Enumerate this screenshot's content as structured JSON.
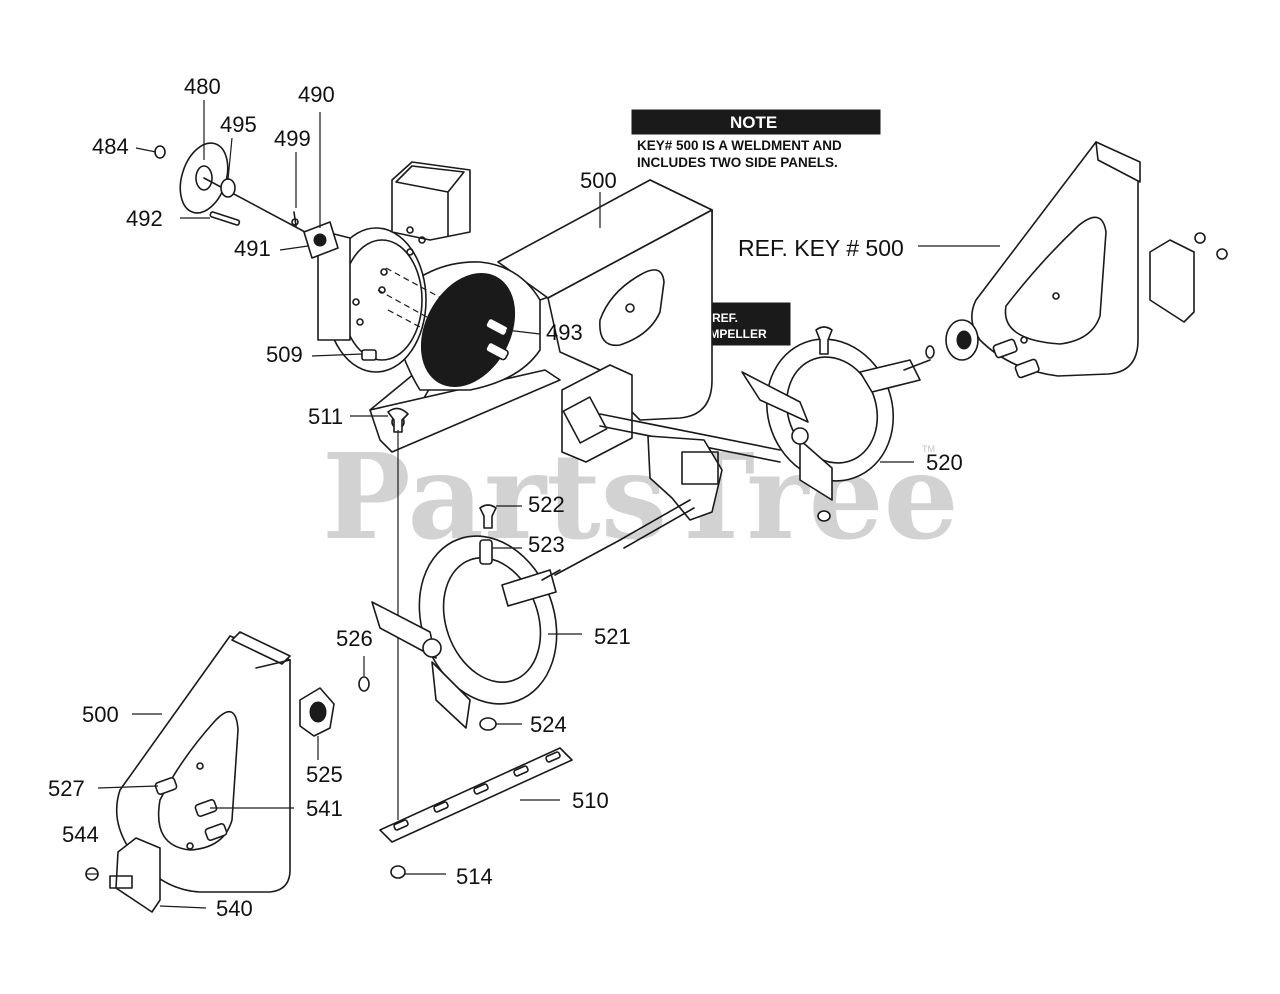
{
  "note": {
    "header": "NOTE",
    "line1": "KEY# 500 IS A WELDMENT AND",
    "line2": "INCLUDES TWO SIDE PANELS."
  },
  "ref_key": "REF. KEY # 500",
  "ref_impeller": {
    "line1": "REF.",
    "line2": "IMPELLER"
  },
  "watermark": {
    "text": "PartsTree",
    "tm": "TM"
  },
  "callouts": {
    "c480": "480",
    "c484": "484",
    "c490": "490",
    "c491": "491",
    "c492": "492",
    "c493": "493",
    "c495": "495",
    "c499": "499",
    "c500_top": "500",
    "c500_left": "500",
    "c509": "509",
    "c510": "510",
    "c511": "511",
    "c514": "514",
    "c520": "520",
    "c521": "521",
    "c522": "522",
    "c523": "523",
    "c524": "524",
    "c525": "525",
    "c526": "526",
    "c527": "527",
    "c540": "540",
    "c541": "541",
    "c544": "544"
  }
}
